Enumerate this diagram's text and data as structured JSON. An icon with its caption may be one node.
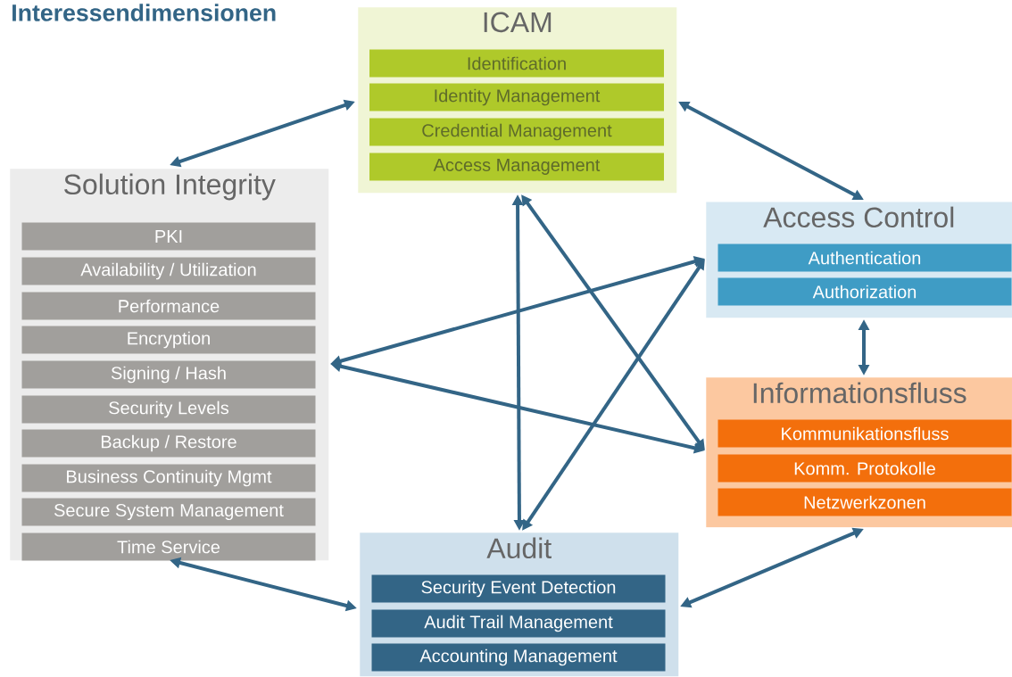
{
  "diagram": {
    "title": "Interessendimensionen",
    "nodes": [
      {
        "text": [
          "ICAM"
        ]
      },
      {
        "text": [
          "Identification"
        ],
        "in": 0
      },
      {
        "text": [
          "Identity Management"
        ],
        "in": 0
      },
      {
        "text": [
          "Credential Management"
        ],
        "in": 0
      },
      {
        "text": [
          "Access Management"
        ],
        "in": 0
      },
      {
        "text": [
          "Solution Integrity"
        ]
      },
      {
        "text": [
          "PKI"
        ],
        "in": 5
      },
      {
        "text": [
          "Availability / Utilization"
        ],
        "in": 5
      },
      {
        "text": [
          "Performance"
        ],
        "in": 5
      },
      {
        "text": [
          "Encryption"
        ],
        "in": 5
      },
      {
        "text": [
          "Signing / Hash"
        ],
        "in": 5
      },
      {
        "text": [
          "Security Levels"
        ],
        "in": 5
      },
      {
        "text": [
          "Backup / Restore"
        ],
        "in": 5
      },
      {
        "text": [
          "Business Continuity Mgmt"
        ],
        "in": 5
      },
      {
        "text": [
          "Secure System Management"
        ],
        "in": 5
      },
      {
        "text": [
          "Time Service"
        ],
        "in": 5
      },
      {
        "text": [
          "Access Control"
        ]
      },
      {
        "text": [
          "Authentication"
        ],
        "in": 16
      },
      {
        "text": [
          "Authorization"
        ],
        "in": 16
      },
      {
        "text": [
          "Informationsfluss"
        ]
      },
      {
        "text": [
          "Kommunikationsfluss"
        ],
        "in": 19
      },
      {
        "text": [
          "Komm. Protokolle"
        ],
        "in": 19
      },
      {
        "text": [
          "Netzwerkzonen"
        ],
        "in": 19
      },
      {
        "text": [
          "Audit"
        ]
      },
      {
        "text": [
          "Security Event Detection"
        ],
        "in": 23
      },
      {
        "text": [
          "Audit Trail Management"
        ],
        "in": 23
      },
      {
        "text": [
          "Accounting Management"
        ],
        "in": 23
      }
    ],
    "edges": [
      {
        "from": 5,
        "to": 0,
        "arrow": "both"
      },
      {
        "from": 0,
        "to": 16,
        "arrow": "both"
      },
      {
        "from": 16,
        "to": 19,
        "arrow": "both"
      },
      {
        "from": 19,
        "to": 23,
        "arrow": "both"
      },
      {
        "from": 23,
        "to": 5,
        "arrow": "both"
      },
      {
        "from": 0,
        "to": 23,
        "arrow": "both"
      },
      {
        "from": 0,
        "to": 19,
        "arrow": "both"
      },
      {
        "from": 5,
        "to": 16,
        "arrow": "both"
      },
      {
        "from": 5,
        "to": 19,
        "arrow": "both"
      },
      {
        "from": 23,
        "to": 16,
        "arrow": "both"
      }
    ]
  }
}
